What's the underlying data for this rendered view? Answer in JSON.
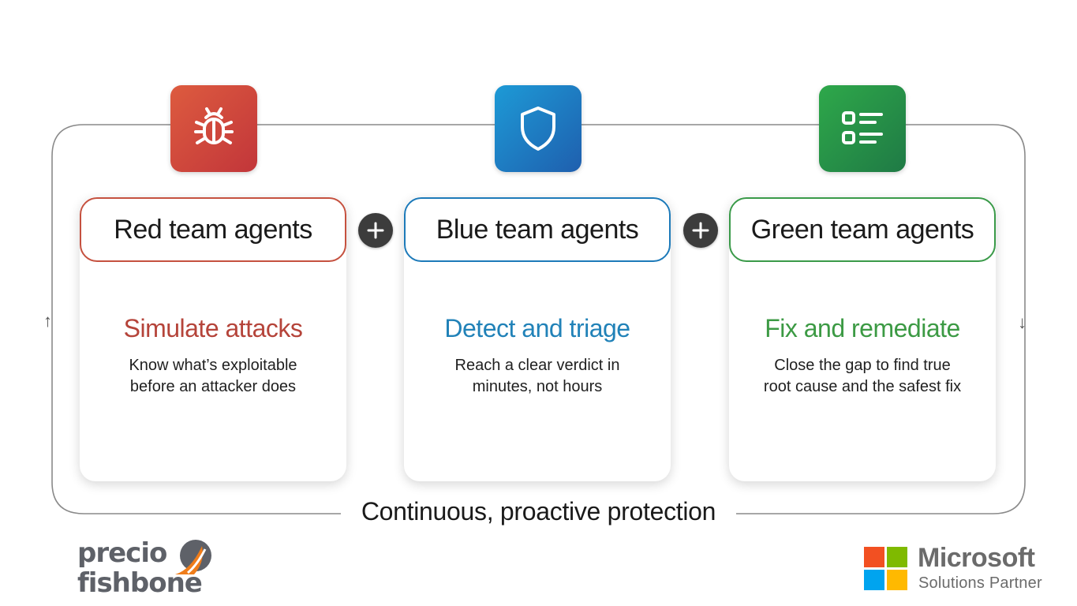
{
  "colors": {
    "red": "#c5513f",
    "blue": "#1d7ab9",
    "green": "#3a9a49",
    "red_tile": [
      "#dd5b3f",
      "#c2363a"
    ],
    "blue_tile": [
      "#1d9ad6",
      "#1f5fae"
    ],
    "green_tile": [
      "#2ea84a",
      "#1f7a45"
    ],
    "loop_line": "#8a8a8a",
    "plus_bg": "#3c3c3c"
  },
  "teams": [
    {
      "icon": "bug-icon",
      "title": "Red team agents",
      "heading": "Simulate attacks",
      "heading_color": "#b5443a",
      "description": [
        "Know what’s exploitable",
        "before an attacker does"
      ]
    },
    {
      "icon": "shield-icon",
      "title": "Blue team agents",
      "heading": "Detect and triage",
      "heading_color": "#2182b8",
      "description": [
        "Reach a clear verdict in",
        "minutes, not hours"
      ]
    },
    {
      "icon": "checklist-icon",
      "title": "Green team agents",
      "heading": "Fix and remediate",
      "heading_color": "#3c9a44",
      "description": [
        "Close the gap to find true",
        "root cause and the safest fix"
      ]
    }
  ],
  "plus_icons": [
    "plus-icon",
    "plus-icon"
  ],
  "caption": "Continuous, proactive protection",
  "loop_arrows": {
    "left": "arrow-up-icon",
    "right": "arrow-down-icon"
  },
  "logos": {
    "precio": {
      "line1": "precio",
      "line2": "fishbone",
      "mark_colors": [
        "#5e6168",
        "#ef7d1a"
      ]
    },
    "microsoft": {
      "name": "Microsoft",
      "subtitle": "Solutions Partner",
      "squares": [
        "#f25022",
        "#7fba00",
        "#00a4ef",
        "#ffb900"
      ]
    }
  }
}
